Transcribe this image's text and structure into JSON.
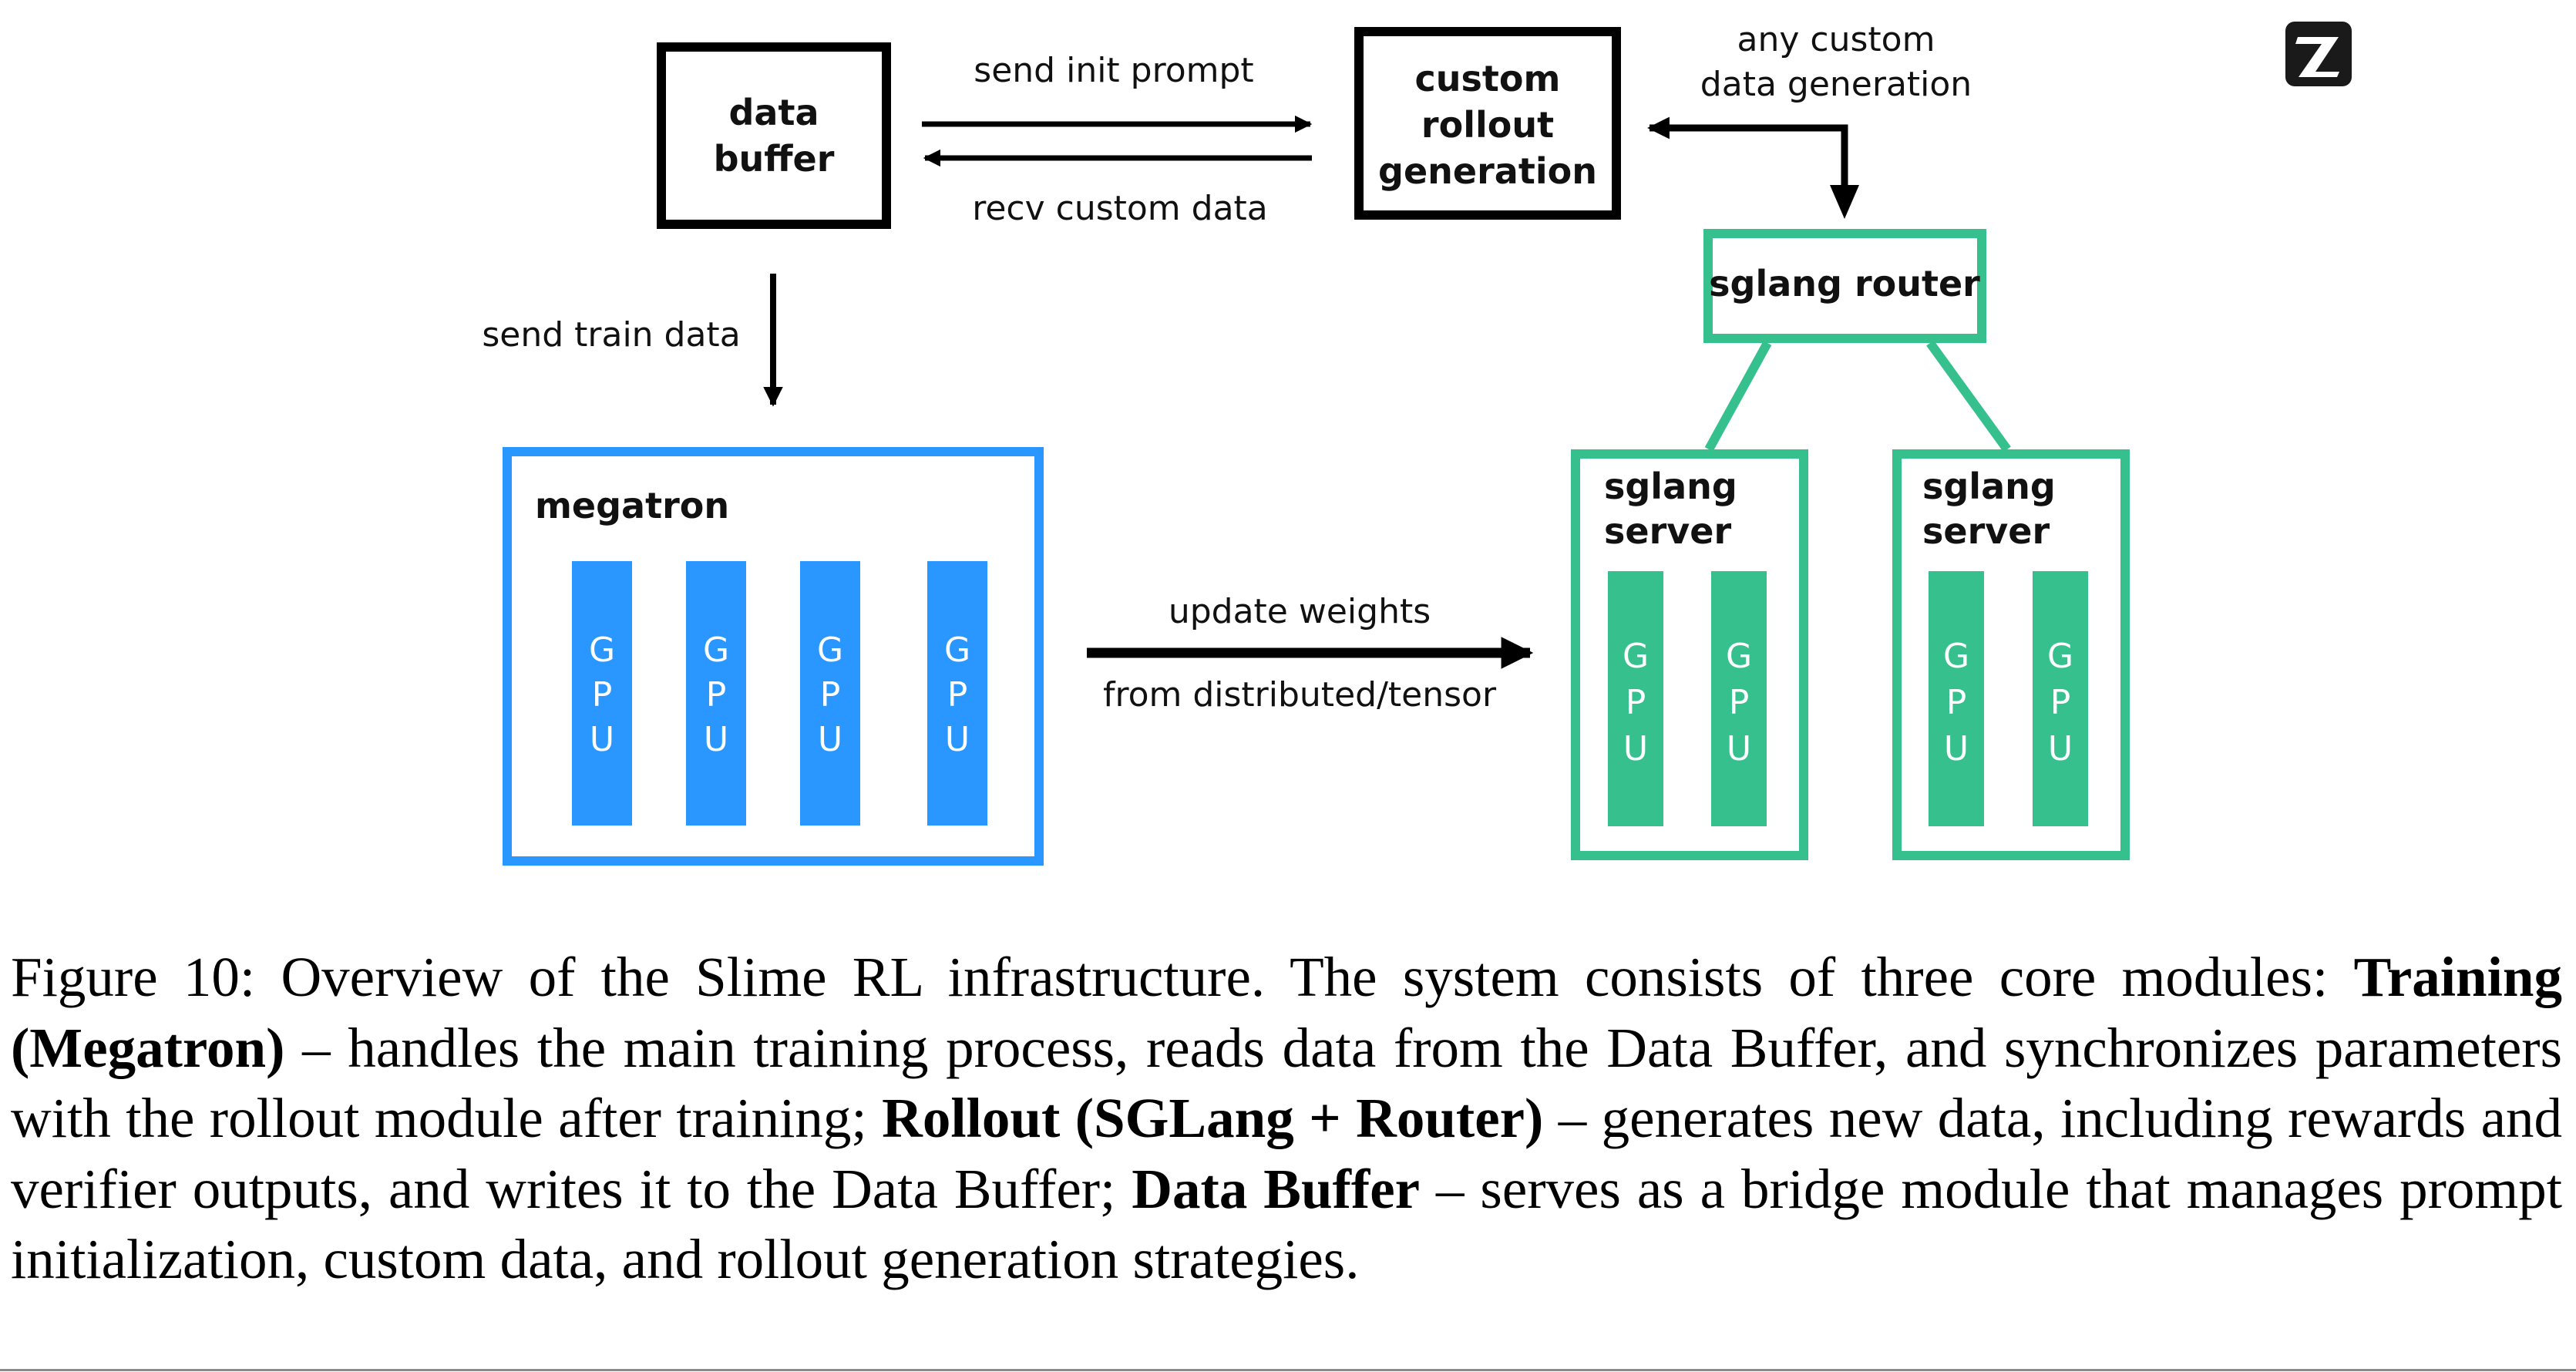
{
  "colors": {
    "training_blue": "#2997FF",
    "rollout_green": "#36C08E",
    "neutral_black": "#000000"
  },
  "logo": {
    "icon": "z-logo-icon",
    "glyph": "Z"
  },
  "nodes": {
    "data_buffer": {
      "line1": "data",
      "line2": "buffer"
    },
    "custom_rollout": {
      "line1": "custom",
      "line2": "rollout",
      "line3": "generation"
    },
    "sglang_router": {
      "label": "sglang router"
    },
    "megatron": {
      "label": "megatron",
      "gpu_count": 4
    },
    "sglang_server_1": {
      "line1": "sglang",
      "line2": "server",
      "gpu_count": 2
    },
    "sglang_server_2": {
      "line1": "sglang",
      "line2": "server",
      "gpu_count": 2
    }
  },
  "gpu_letters": [
    "G",
    "P",
    "U"
  ],
  "edges": {
    "send_init_prompt": {
      "label": "send init prompt"
    },
    "recv_custom_data": {
      "label": "recv custom data"
    },
    "any_custom": {
      "line1": "any custom",
      "line2": "data generation"
    },
    "send_train_data": {
      "label": "send train data"
    },
    "update_weights": {
      "line1": "update weights",
      "line2": "from distributed/tensor"
    }
  },
  "caption": {
    "prefix": "Figure 10: Overview of the Slime RL infrastructure. The system consists of three core modules: ",
    "training_bold": "Training (Megatron)",
    "training_text": " – handles the main training process, reads data from the Data Buffer, and synchronizes parameters with the rollout module after training; ",
    "rollout_bold": "Rollout (SGLang + Router)",
    "rollout_text": " – generates new data, including rewards and verifier outputs, and writes it to the Data Buffer; ",
    "buffer_bold": "Data Buffer",
    "buffer_text": " – serves as a bridge module that manages prompt initialization, custom data, and rollout generation strategies."
  }
}
